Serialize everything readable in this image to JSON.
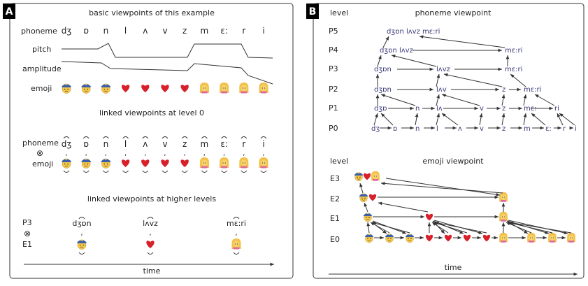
{
  "panelA": {
    "letter": "A",
    "section1_title": "basic viewpoints of this example",
    "phoneme_label": "phoneme",
    "pitch_label": "pitch",
    "amplitude_label": "amplitude",
    "emoji_label": "emoji",
    "phonemes": [
      "dʒ",
      "ɒ",
      "n",
      "l",
      "ʌ",
      "v",
      "z",
      "m",
      "ɛ:",
      "r",
      "i"
    ],
    "emojis": [
      "cop",
      "cop",
      "cop",
      "heart",
      "heart",
      "heart",
      "heart",
      "woman",
      "woman",
      "woman",
      "woman"
    ],
    "section2_title": "linked viewpoints at level 0",
    "link_phoneme_label": "phoneme",
    "otimes": "⊗",
    "link_emoji_label": "emoji",
    "section3_title": "linked viewpoints at higher levels",
    "p3_label": "P3",
    "e1_label": "E1",
    "p3_items": [
      "dʒɒn",
      "lʌvz",
      "mɛ:ri"
    ],
    "e1_items": [
      "cop",
      "heart",
      "woman"
    ],
    "time_label": "time"
  },
  "panelB": {
    "letter": "B",
    "level_header_top": "level",
    "phoneme_viewpoint_title": "phoneme viewpoint",
    "p_levels": [
      "P5",
      "P4",
      "P3",
      "P2",
      "P1",
      "P0"
    ],
    "p5_nodes": [
      "dʒɒn lʌvz mɛ:ri"
    ],
    "p4_nodes": [
      "dʒɒn lʌvz",
      "mɛ:ri"
    ],
    "p3_nodes": [
      "dʒɒn",
      "lʌvz",
      "mɛ:ri"
    ],
    "p2_nodes": [
      "dʒɒn",
      "lʌv",
      "z",
      "mɛ:ri"
    ],
    "p1_nodes": [
      "dʒɒ",
      "n",
      "lʌ",
      "v",
      "z",
      "mɛ:",
      "ri"
    ],
    "p0_nodes": [
      "dʒ",
      "ɒ",
      "n",
      "l",
      "ʌ",
      "v",
      "z",
      "m",
      "ɛ:",
      "r",
      "i"
    ],
    "level_header_bottom": "level",
    "emoji_viewpoint_title": "emoji viewpoint",
    "e_levels": [
      "E3",
      "E2",
      "E1",
      "E0"
    ],
    "e3_group": [
      "cop",
      "heart",
      "woman"
    ],
    "e2_nodes": [
      "cop",
      "heart",
      "woman"
    ],
    "e1_nodes": [
      "cop",
      "heart",
      "woman"
    ],
    "e0_nodes": [
      "cop",
      "cop",
      "cop",
      "heart",
      "heart",
      "heart",
      "heart",
      "woman",
      "woman",
      "woman",
      "woman"
    ],
    "time_label": "time"
  },
  "colors": {
    "heart": "#d8202a",
    "cop_face": "#f6c94a",
    "cop_hat": "#3d5fa8",
    "woman_hair": "#f2c14c",
    "woman_face": "#f6d36a",
    "woman_top": "#e06aa0",
    "node_text": "#3a3a7a"
  }
}
